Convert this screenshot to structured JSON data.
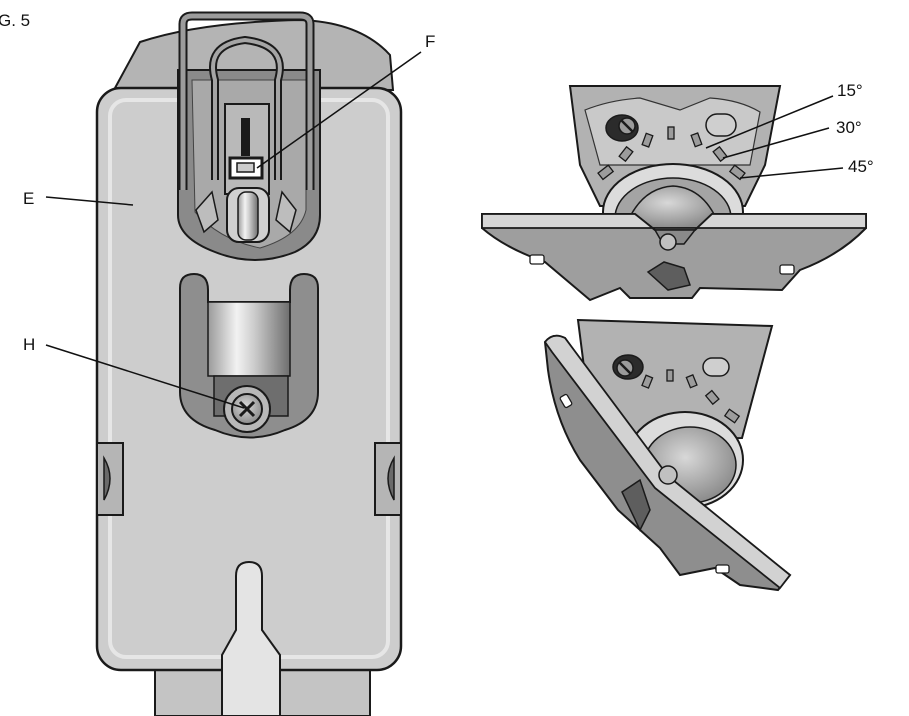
{
  "figure": {
    "title": "G. 5",
    "labels": {
      "e": "E",
      "f": "F",
      "h": "H",
      "angle_15": "15°",
      "angle_30": "30°",
      "angle_45": "45°"
    }
  },
  "colors": {
    "body_light": "#cdcdcd",
    "body_mid": "#b0b0b0",
    "body_dark": "#7a7a7a",
    "outline": "#1a1a1a",
    "shadow": "#5a5a5a"
  }
}
